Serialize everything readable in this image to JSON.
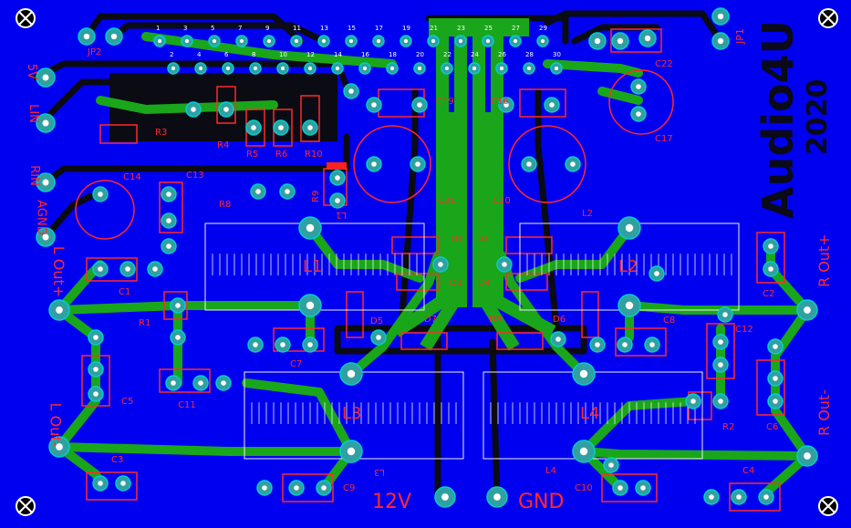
{
  "board": {
    "brand": "Audio4U",
    "year": "2020",
    "jumpers": {
      "jp1": "JP1",
      "jp2": "JP2"
    },
    "inputs": {
      "v5": "5V",
      "lin": "LIN",
      "rin": "RIN",
      "agnd": "AGND"
    },
    "outputs": {
      "lout_plus": "L Out+",
      "lout_minus": "L Out-",
      "rout_plus": "R Out+",
      "rout_minus": "R Out-"
    },
    "power": {
      "v12": "12V",
      "gnd": "GND"
    },
    "inductors": {
      "l1": "L1",
      "l2": "L2",
      "l3": "L3",
      "l4": "L4"
    },
    "silk_inductors": {
      "l1": "L1",
      "l2": "L2",
      "l3": "L3",
      "l4": "L4"
    },
    "diodes": {
      "d1": "D1",
      "d2": "D2",
      "d3": "D3",
      "d4": "D4",
      "d5": "D5",
      "d6": "D6",
      "d7": "D7",
      "d8": "D8"
    },
    "capacitors": {
      "c1": "C1",
      "c2": "C2",
      "c3": "C3",
      "c4": "C4",
      "c5": "C5",
      "c6": "C6",
      "c7": "C7",
      "c8": "C8",
      "c9": "C9",
      "c10": "C10",
      "c11": "C11",
      "c12": "C12",
      "c13": "C13",
      "c14": "C14",
      "c16": "C16",
      "c17": "C17",
      "c19": "C19",
      "c20": "C20",
      "c21": "C21",
      "c22": "C22"
    },
    "resistors": {
      "r1": "R1",
      "r2": "R2",
      "r3": "R3",
      "r4": "R4",
      "r5": "R5",
      "r6": "R6",
      "r8": "R8",
      "r9": "R9",
      "r10": "R10"
    },
    "header_pins": [
      "1",
      "3",
      "5",
      "7",
      "9",
      "11",
      "13",
      "15",
      "17",
      "19",
      "21",
      "23",
      "25",
      "27",
      "29"
    ],
    "header_pins_even": [
      "2",
      "4",
      "6",
      "8",
      "10",
      "12",
      "14",
      "16",
      "18",
      "20",
      "22",
      "24",
      "26",
      "28",
      "30"
    ],
    "colors": {
      "board": "#0000f0",
      "copper": "#1aa61a",
      "silk": "#ff2a2a",
      "pad": "#30a0a0",
      "dark_copper": "#0b0b14"
    }
  }
}
